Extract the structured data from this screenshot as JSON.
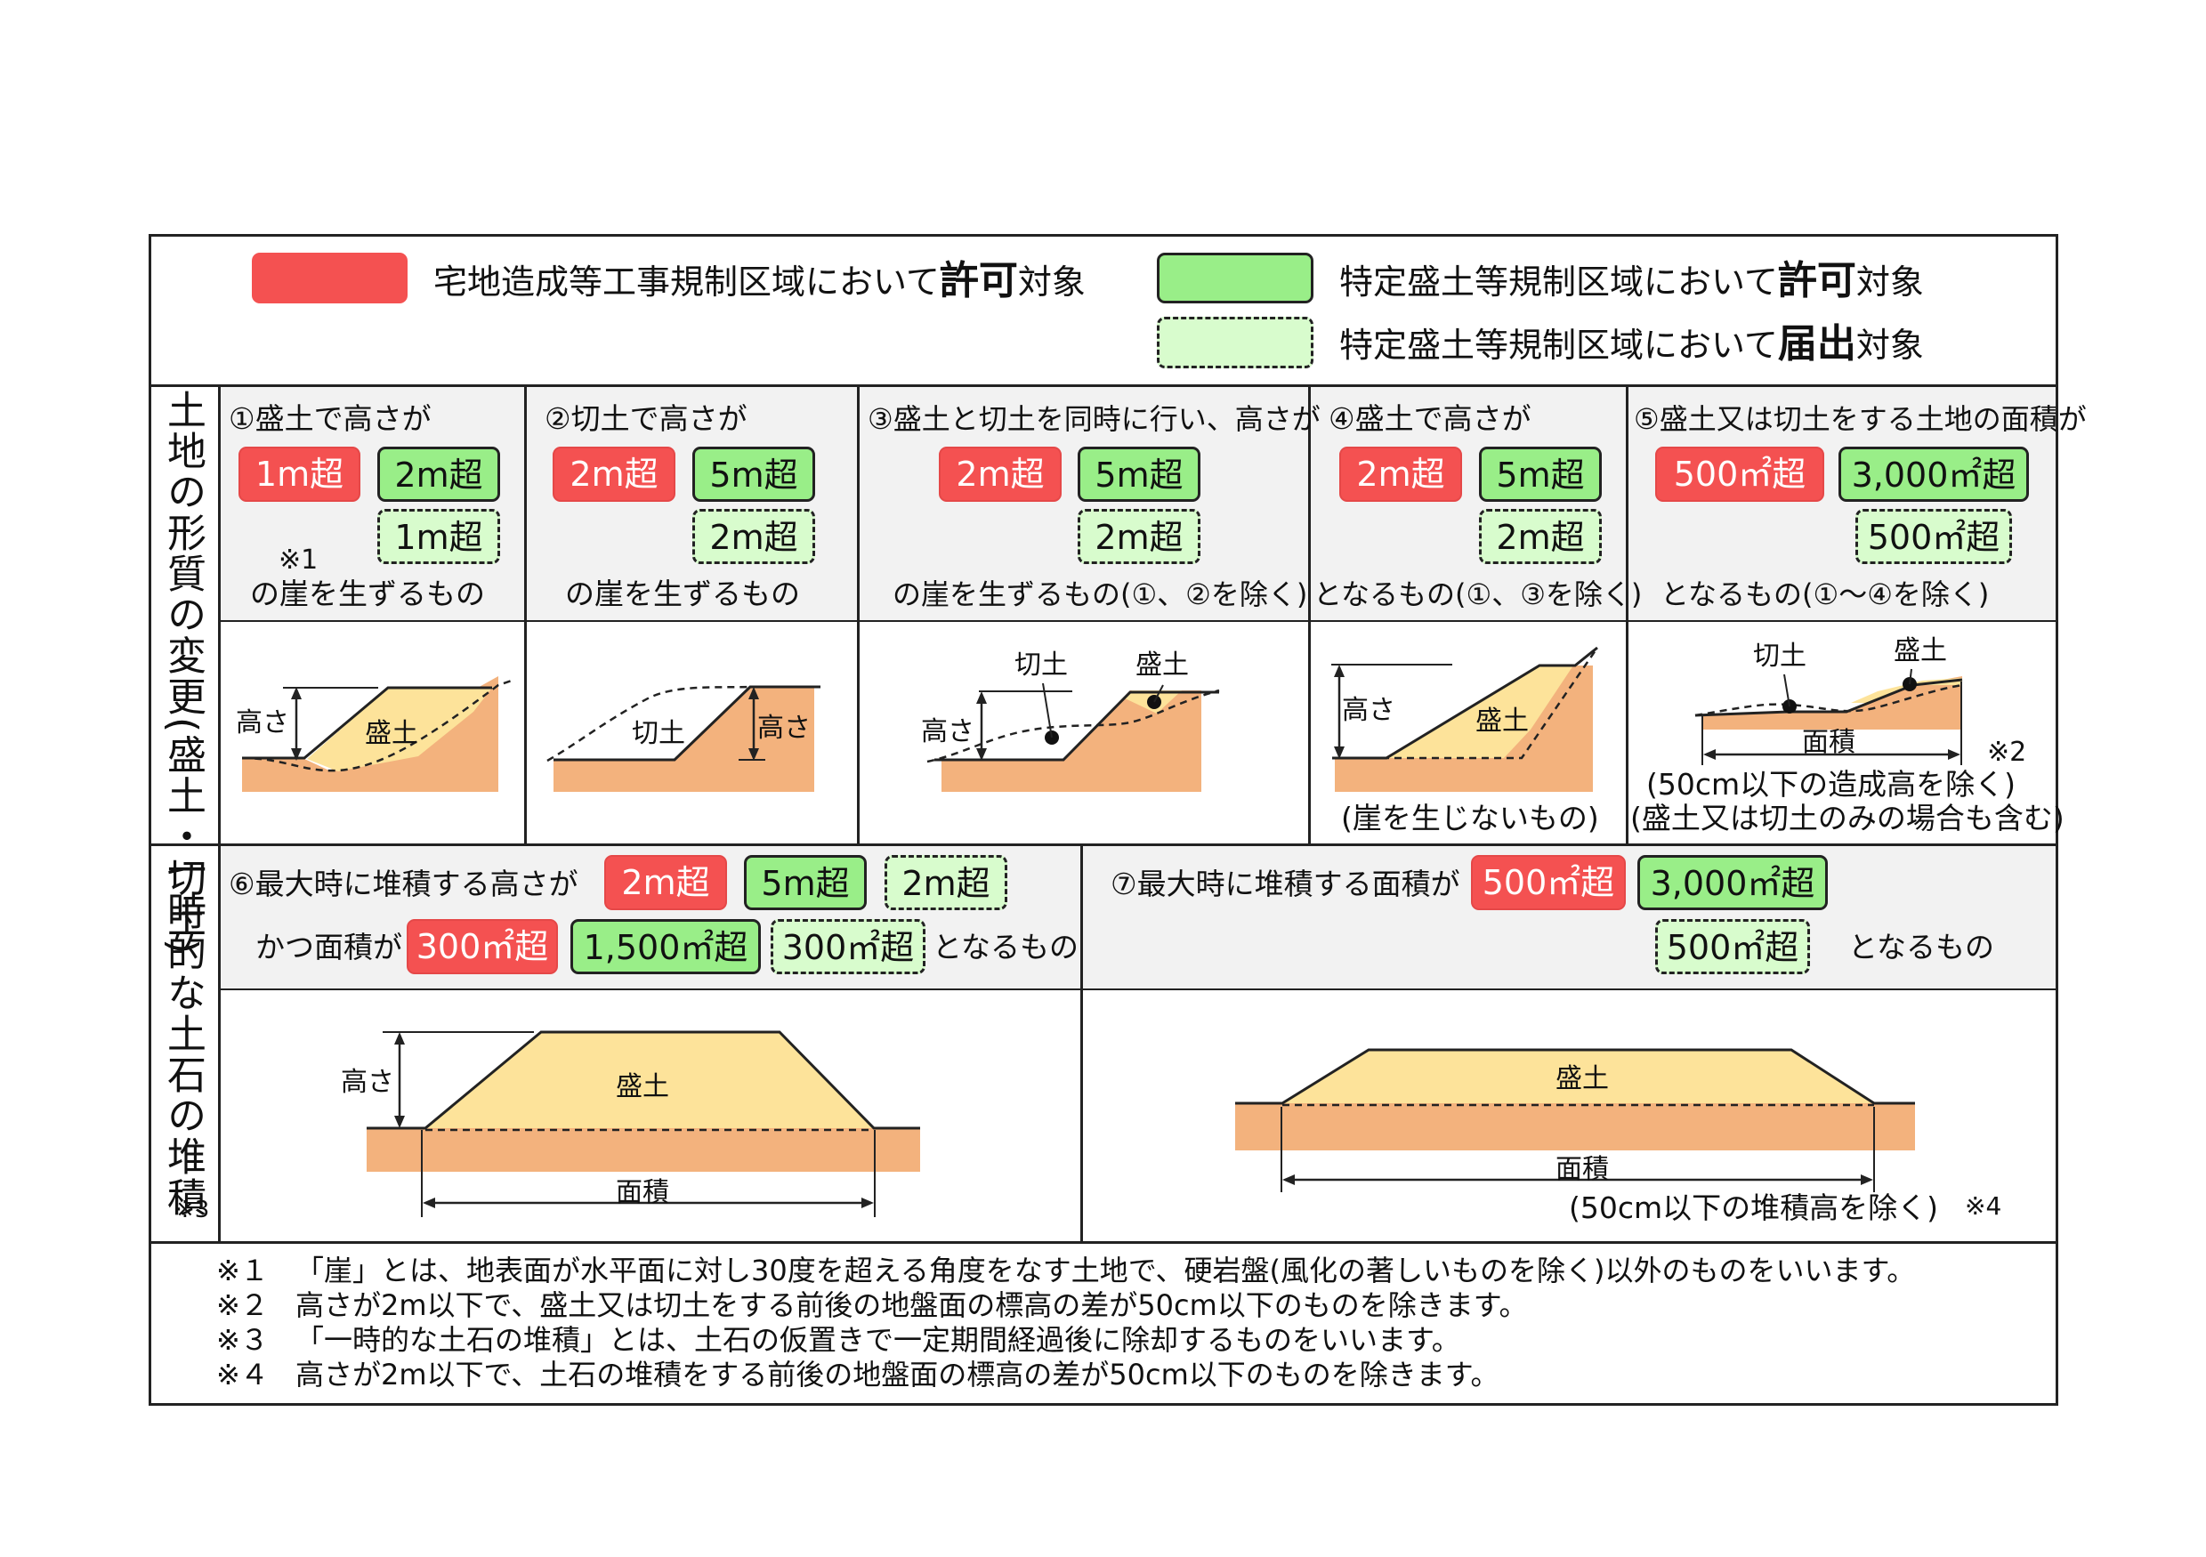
{
  "legend": [
    {
      "text": "宅地造成等工事規制区域において",
      "strong": "許可",
      "suffix": "対象",
      "color": "#f45151"
    },
    {
      "text": "特定盛土等規制区域において",
      "strong": "許可",
      "suffix": "対象",
      "color": "#99ee88"
    },
    {
      "text": "特定盛土等規制区域において",
      "strong": "届出",
      "suffix": "対象",
      "color": "#d8fccd"
    }
  ],
  "section_labels": {
    "land": "土地の形質の変更(盛土・切土)",
    "temp": "一時的な土石の堆積",
    "temp_note": "※3"
  },
  "cells": [
    {
      "title": "①盛土で高さが",
      "red": "1m超",
      "green": "2m超",
      "dashed": "1m超",
      "note": "※1",
      "bottom": "の崖を生ずるもの"
    },
    {
      "title": "②切土で高さが",
      "red": "2m超",
      "green": "5m超",
      "dashed": "2m超",
      "bottom": "の崖を生ずるもの"
    },
    {
      "title": "③盛土と切土を同時に行い、高さが",
      "red": "2m超",
      "green": "5m超",
      "dashed": "2m超",
      "bottom": "の崖を生ずるもの(①、②を除く)"
    },
    {
      "title": "④盛土で高さが",
      "red": "2m超",
      "green": "5m超",
      "dashed": "2m超",
      "bottom": "となるもの(①、③を除く)"
    },
    {
      "title": "⑤盛土又は切土をする土地の面積が",
      "red": "500㎡超",
      "green": "3,000㎡超",
      "dashed": "500㎡超",
      "bottom": "となるもの(①～④を除く)"
    }
  ],
  "diagram_labels": {
    "height": "高さ",
    "fill": "盛土",
    "cut": "切土",
    "area": "面積",
    "note2": "※2",
    "no_cliff": "(崖を生じないもの)",
    "excl50": "(50cm以下の造成高を除く)",
    "incl": "(盛土又は切土のみの場合も含む)",
    "excl_pile": "(50cm以下の堆積高を除く)",
    "note4": "※4"
  },
  "temp": {
    "c6": {
      "title": "⑥最大時に堆積する高さが",
      "red": "2m超",
      "green": "5m超",
      "dashed": "2m超",
      "and_area": "かつ面積が",
      "red2": "300㎡超",
      "green2": "1,500㎡超",
      "dashed2": "300㎡超",
      "suffix": "となるもの"
    },
    "c7": {
      "title": "⑦最大時に堆積する面積が",
      "red": "500㎡超",
      "green": "3,000㎡超",
      "dashed": "500㎡超",
      "suffix": "となるもの"
    }
  },
  "footnotes": [
    {
      "mark": "※１",
      "text": "「崖」とは、地表面が水平面に対し30度を超える角度をなす土地で、硬岩盤(風化の著しいものを除く)以外のものをいいます。"
    },
    {
      "mark": "※２",
      "text": "高さが2m以下で、盛土又は切土をする前後の地盤面の標高の差が50cm以下のものを除きます。"
    },
    {
      "mark": "※３",
      "text": "「一時的な土石の堆積」とは、土石の仮置きで一定期間経過後に除却するものをいいます。"
    },
    {
      "mark": "※４",
      "text": "高さが2m以下で、土石の堆積をする前後の地盤面の標高の差が50cm以下のものを除きます。"
    }
  ],
  "colors": {
    "ground": "#f3b27d",
    "fill": "#fde39a"
  }
}
